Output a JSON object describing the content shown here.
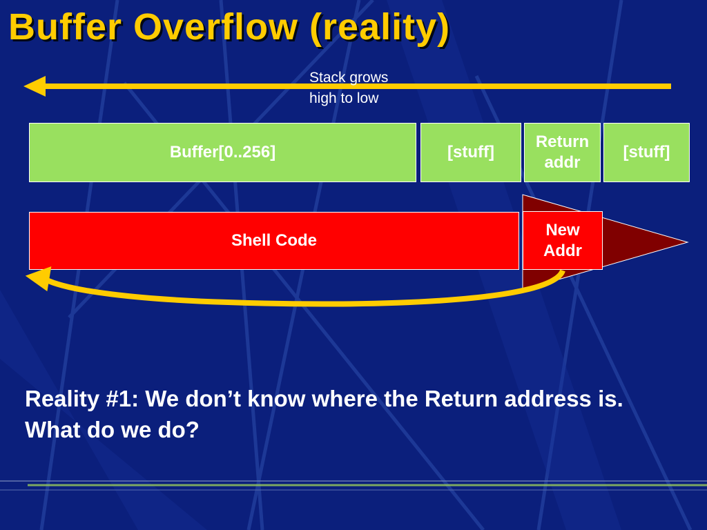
{
  "slide": {
    "title": "Buffer Overflow (reality)",
    "stack_note_line1": "Stack grows",
    "stack_note_line2": "high to low",
    "caption": "Reality #1: We don’t know where the Return address is. What do we do?"
  },
  "stack_row": {
    "buffer_label": "Buffer[0..256]",
    "stuff1_label": "[stuff]",
    "return_line1": "Return",
    "return_line2": "addr",
    "stuff2_label": "[stuff]"
  },
  "exploit_row": {
    "shell_label": "Shell Code",
    "new_line1": "New",
    "new_line2": "Addr"
  },
  "colors": {
    "background": "#0b1f7c",
    "title": "#ffcc00",
    "arrow": "#ffcc00",
    "stack_box": "#99e05f",
    "exploit_box": "#ff0000",
    "overflow_arrow": "#800000"
  }
}
